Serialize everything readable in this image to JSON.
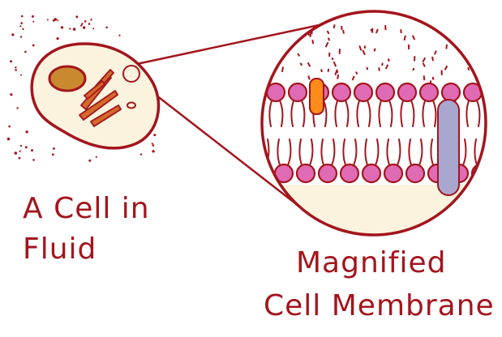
{
  "labels": {
    "cell_line1": "A Cell in",
    "cell_line2": "Fluid",
    "membrane_line1": "Magnified",
    "membrane_line2": "Cell Membrane"
  },
  "colors": {
    "outline": "#a3151d",
    "cytoplasm": "#fbf3dd",
    "nucleus": "#c98a2f",
    "organelle": "#d26a2a",
    "phospholipid_head": "#e06bb5",
    "channel_protein": "#ff8c1a",
    "transmembrane_protein": "#a9a6d0"
  }
}
